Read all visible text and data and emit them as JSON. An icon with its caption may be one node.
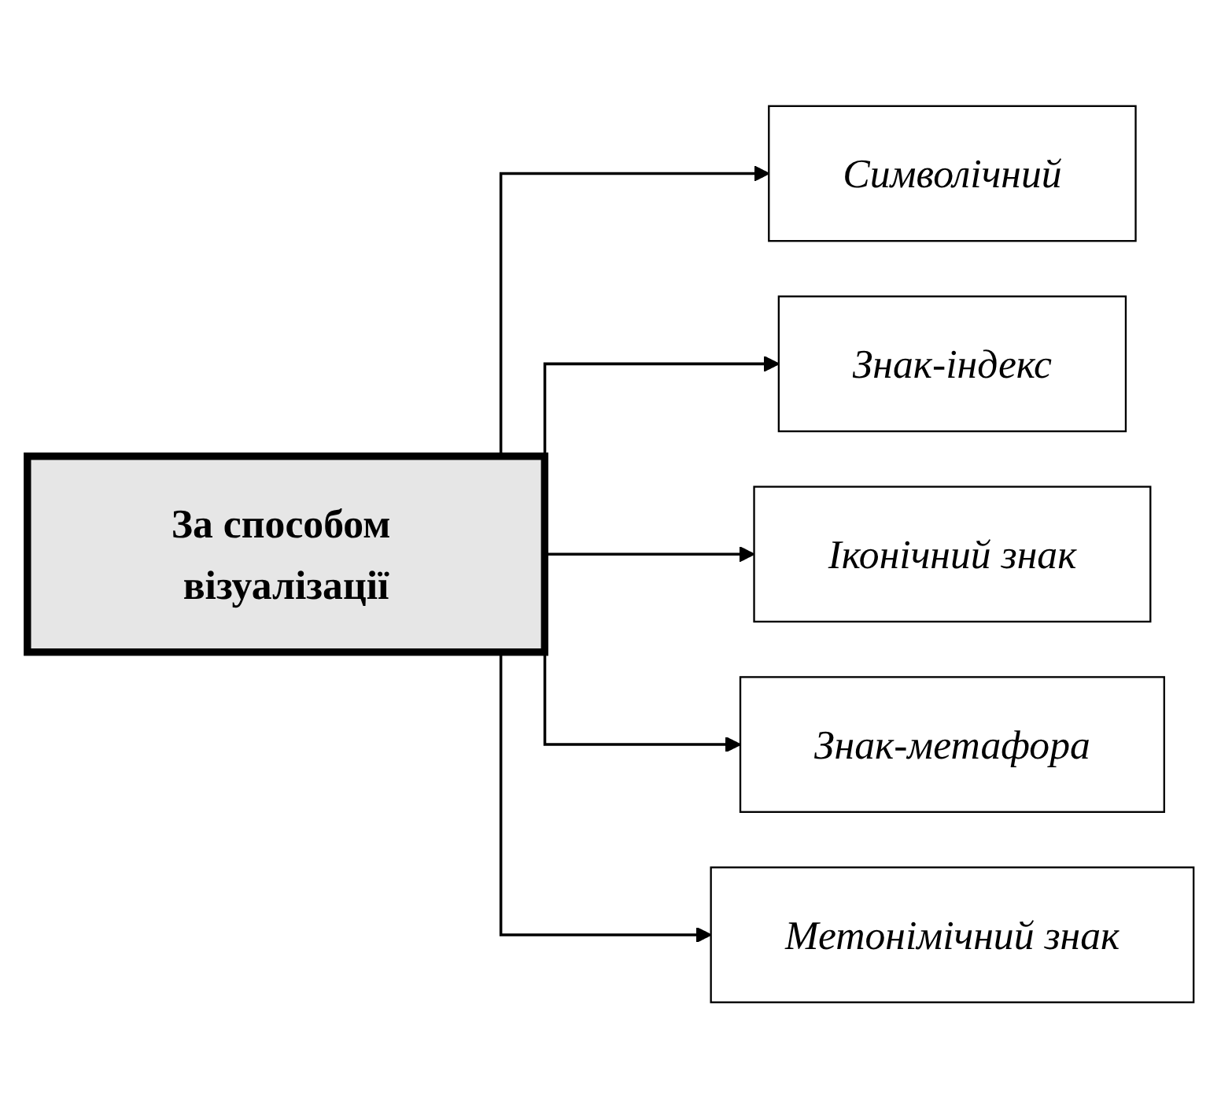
{
  "diagram": {
    "nodes": [
      {
        "text": [
          "За способом візуалізації"
        ]
      },
      {
        "text": [
          "Символічний"
        ]
      },
      {
        "text": [
          "Знак-індекс"
        ]
      },
      {
        "text": [
          "Іконічний знак"
        ]
      },
      {
        "text": [
          "Знак-метафора"
        ]
      },
      {
        "text": [
          "Метонімічний знак"
        ]
      }
    ],
    "edges": [
      {
        "from": 0,
        "to": 1,
        "arrow": "to"
      },
      {
        "from": 0,
        "to": 2,
        "arrow": "to"
      },
      {
        "from": 0,
        "to": 3,
        "arrow": "to"
      },
      {
        "from": 0,
        "to": 4,
        "arrow": "to"
      },
      {
        "from": 0,
        "to": 5,
        "arrow": "to"
      }
    ]
  }
}
